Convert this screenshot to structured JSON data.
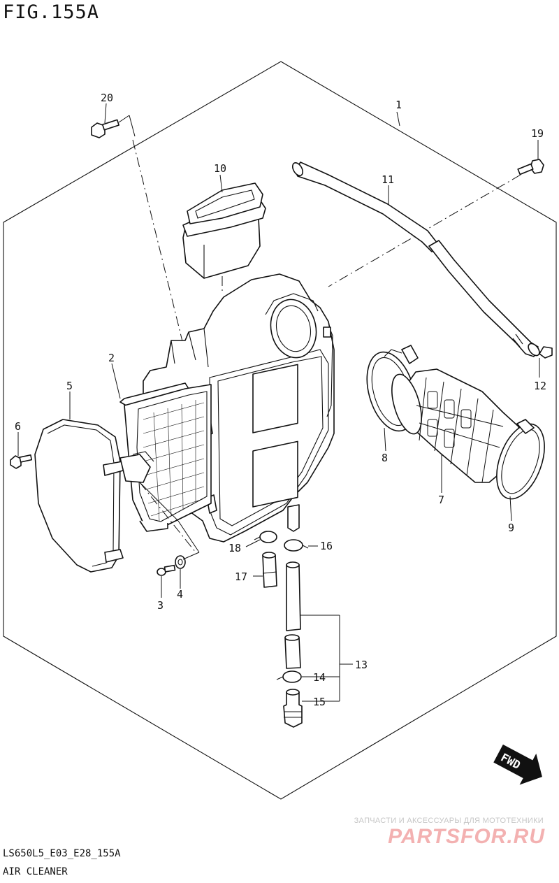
{
  "figure": {
    "title": "FIG.155A",
    "model_code": "LS650L5_E03_E28_155A",
    "name": "AIR CLEANER"
  },
  "watermark": {
    "tagline": "ЗАПЧАСТИ И АКСЕССУАРЫ ДЛЯ МОТОТЕХНИКИ",
    "brand": "PARTSFOR.RU"
  },
  "direction_badge": "FWD",
  "callouts": {
    "c1": "1",
    "c2": "2",
    "c3": "3",
    "c4": "4",
    "c5": "5",
    "c6": "6",
    "c7": "7",
    "c8": "8",
    "c9": "9",
    "c10": "10",
    "c11": "11",
    "c12": "12",
    "c13": "13",
    "c14": "14",
    "c15": "15",
    "c16": "16",
    "c17": "17",
    "c18": "18",
    "c19": "19",
    "c20": "20"
  }
}
